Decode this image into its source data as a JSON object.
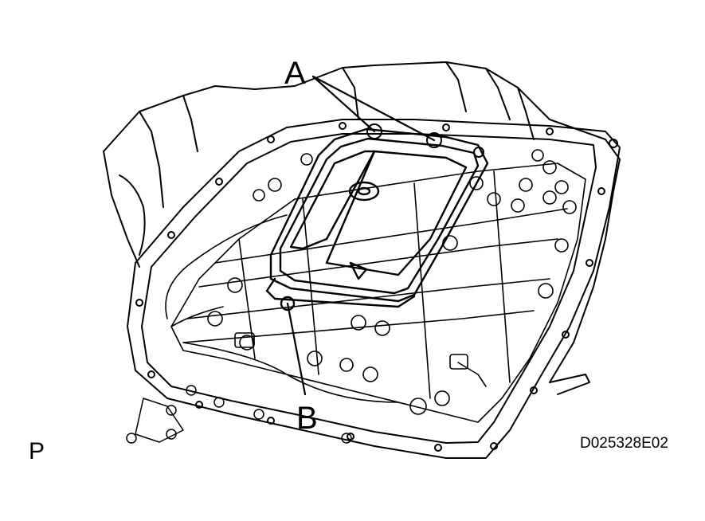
{
  "diagram": {
    "callouts": {
      "a": "A",
      "b": "B"
    },
    "corner_mark": "P",
    "figure_code": "D025328E02",
    "colors": {
      "line": "#000000",
      "background": "#ffffff"
    }
  }
}
